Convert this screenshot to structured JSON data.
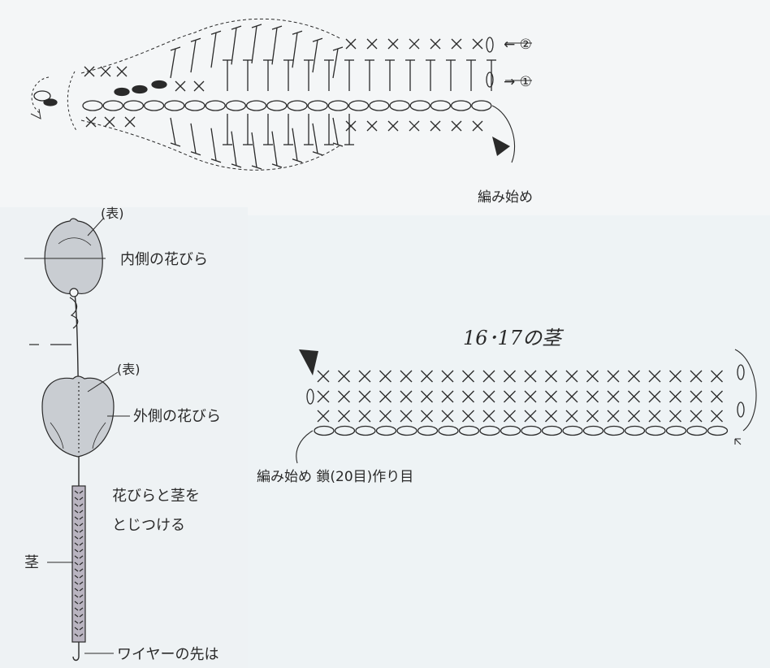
{
  "top_chart": {
    "row_label_2": "← ②",
    "row_label_1": "→ ①",
    "start_label": "編み始め"
  },
  "stem_chart": {
    "title": "16･17の茎",
    "start_label": "編み始め 鎖(20目)作り目"
  },
  "assembly": {
    "inner_face_label": "(表)",
    "inner_petal_label": "内側の花びら",
    "outer_face_label": "(表)",
    "outer_petal_label": "外側の花びら",
    "join_label_line1": "花びらと茎を",
    "join_label_line2": "とじつける",
    "stem_label": "茎",
    "wire_label": "ワイヤーの先は"
  },
  "colors": {
    "background": "#f4f6f7",
    "panel": "#eef2f4",
    "line": "#2a2a2a",
    "petal_fill": "#c9cdd2",
    "stem_fill": "#b9b4c0"
  }
}
